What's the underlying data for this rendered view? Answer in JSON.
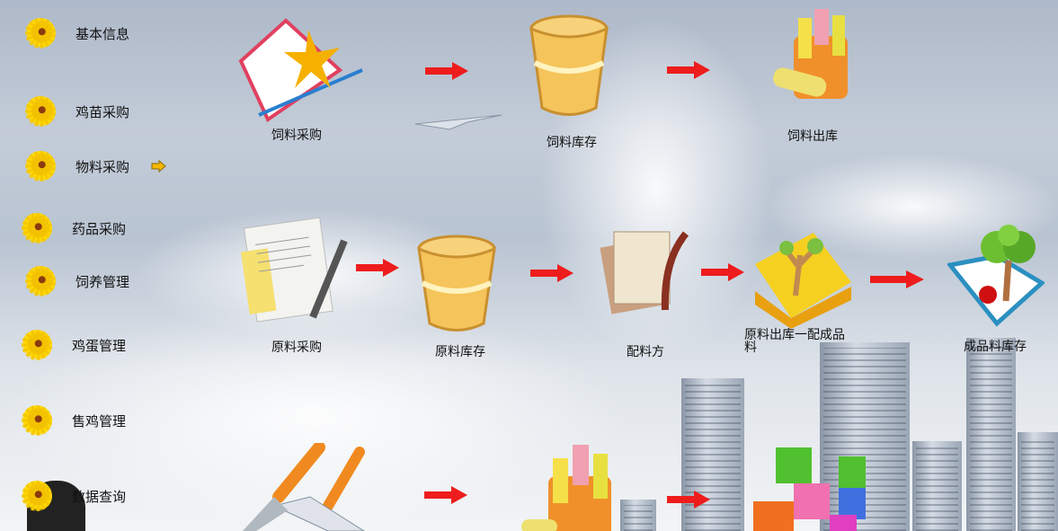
{
  "menu": [
    {
      "label": "基本信息"
    },
    {
      "label": "鸡苗采购"
    },
    {
      "label": "物料采购",
      "active": true
    },
    {
      "label": "药品采购"
    },
    {
      "label": "饲养管理"
    },
    {
      "label": "鸡蛋管理"
    },
    {
      "label": "售鸡管理"
    },
    {
      "label": "数据查询"
    }
  ],
  "flow": {
    "row1": [
      "饲料采购",
      "饲料库存",
      "饲料出库"
    ],
    "row2": [
      "原料采购",
      "原料库存",
      "配料方",
      "原料出库一配成品料",
      "成品料库存"
    ]
  },
  "colors": {
    "arrow": "#ee1c1c",
    "active_pointer": "#f5b800"
  }
}
